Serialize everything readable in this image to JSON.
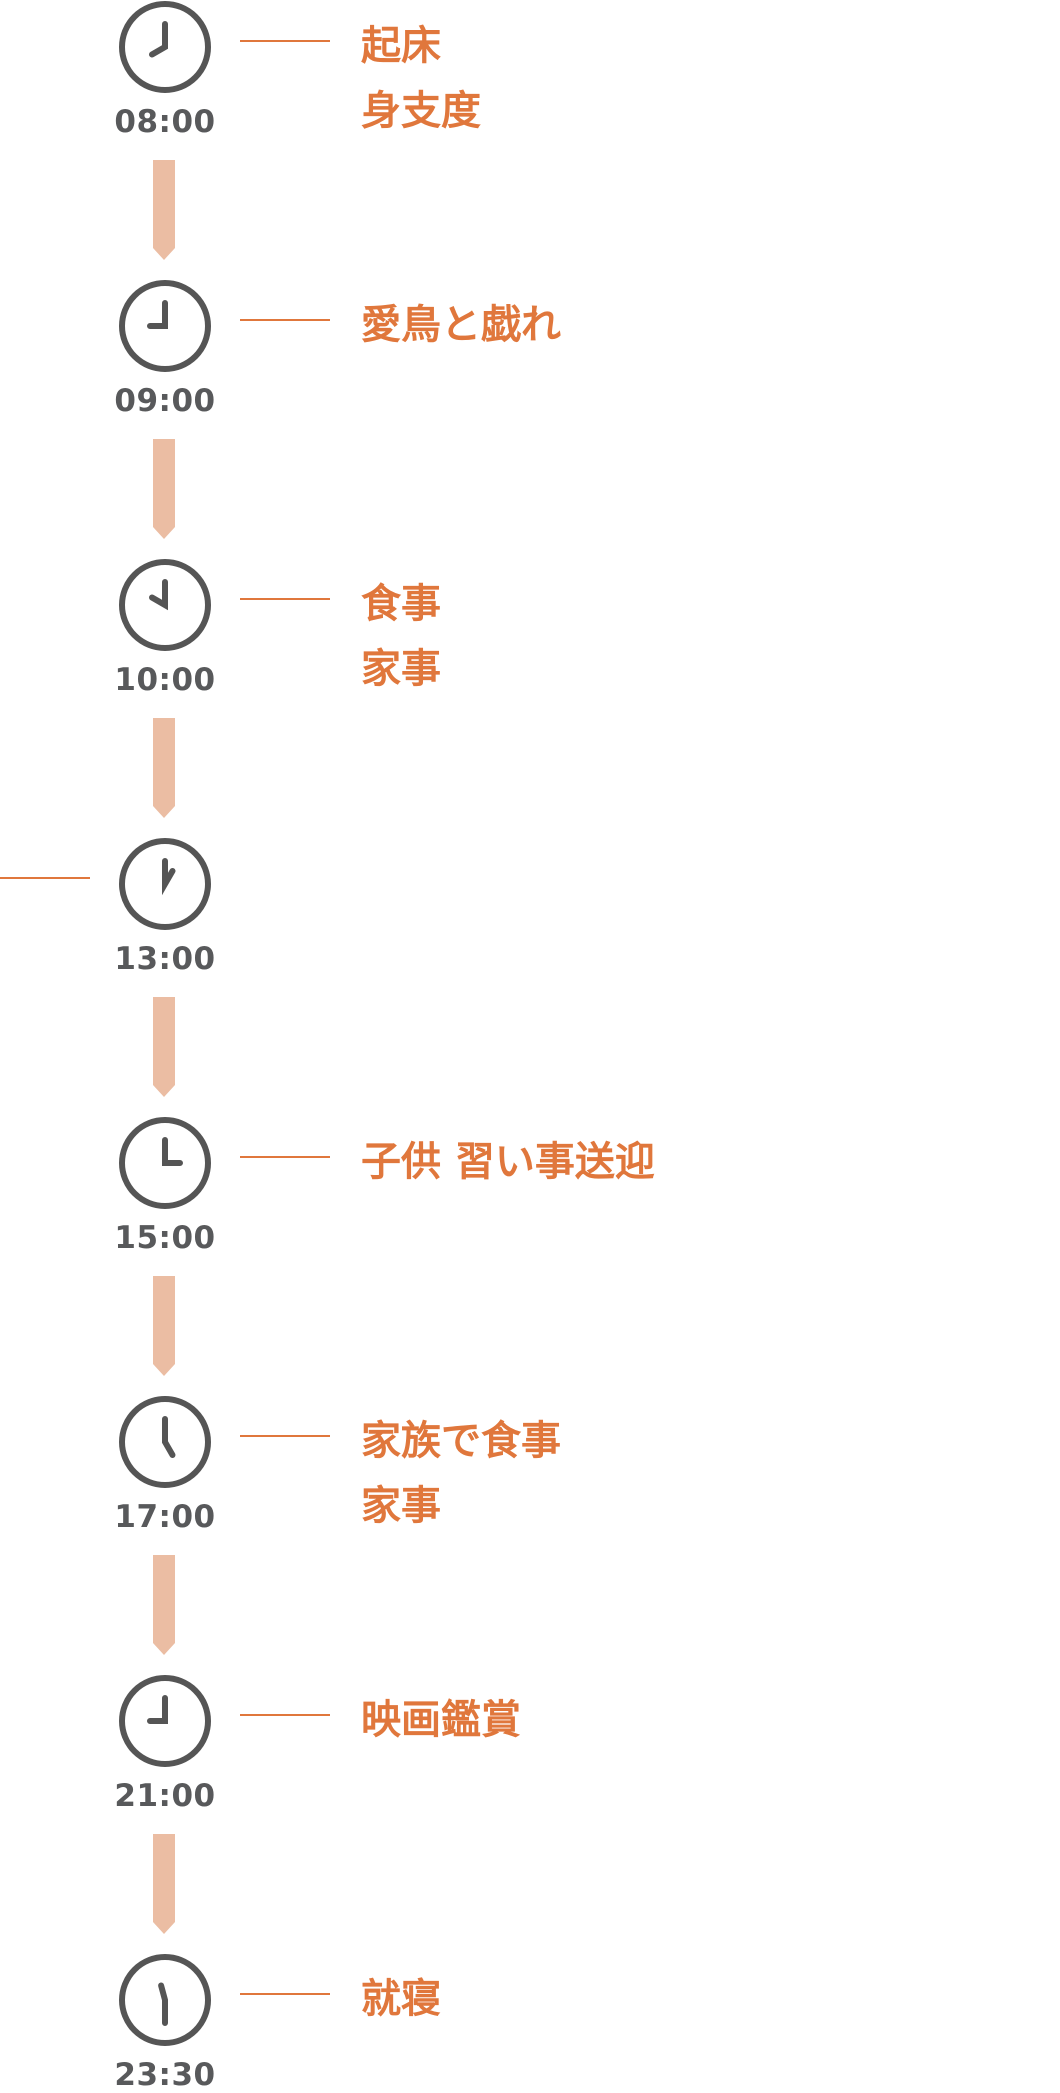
{
  "colors": {
    "accent": "#e0773c",
    "arrow": "#ebbda3",
    "clock": "#555555",
    "time_text": "#58595b"
  },
  "timeline": [
    {
      "time": "08:00",
      "hour": 8,
      "minute": 0,
      "activity": [
        "起床",
        "身支度"
      ],
      "connector": "right",
      "icon": "clock-icon"
    },
    {
      "time": "09:00",
      "hour": 9,
      "minute": 0,
      "activity": [
        "愛鳥と戯れ"
      ],
      "connector": "right",
      "icon": "clock-icon"
    },
    {
      "time": "10:00",
      "hour": 10,
      "minute": 0,
      "activity": [
        "食事",
        "家事"
      ],
      "connector": "right",
      "icon": "clock-icon"
    },
    {
      "time": "13:00",
      "hour": 13,
      "minute": 0,
      "activity": [],
      "connector": "left",
      "icon": "clock-icon"
    },
    {
      "time": "15:00",
      "hour": 15,
      "minute": 0,
      "activity": [
        "子供 習い事送迎"
      ],
      "connector": "right",
      "icon": "clock-icon"
    },
    {
      "time": "17:00",
      "hour": 17,
      "minute": 0,
      "activity": [
        "家族で食事",
        "家事"
      ],
      "connector": "right",
      "icon": "clock-icon"
    },
    {
      "time": "21:00",
      "hour": 21,
      "minute": 0,
      "activity": [
        "映画鑑賞"
      ],
      "connector": "right",
      "icon": "clock-icon"
    },
    {
      "time": "23:30",
      "hour": 23,
      "minute": 30,
      "activity": [
        "就寝"
      ],
      "connector": "right",
      "icon": "clock-icon"
    }
  ]
}
